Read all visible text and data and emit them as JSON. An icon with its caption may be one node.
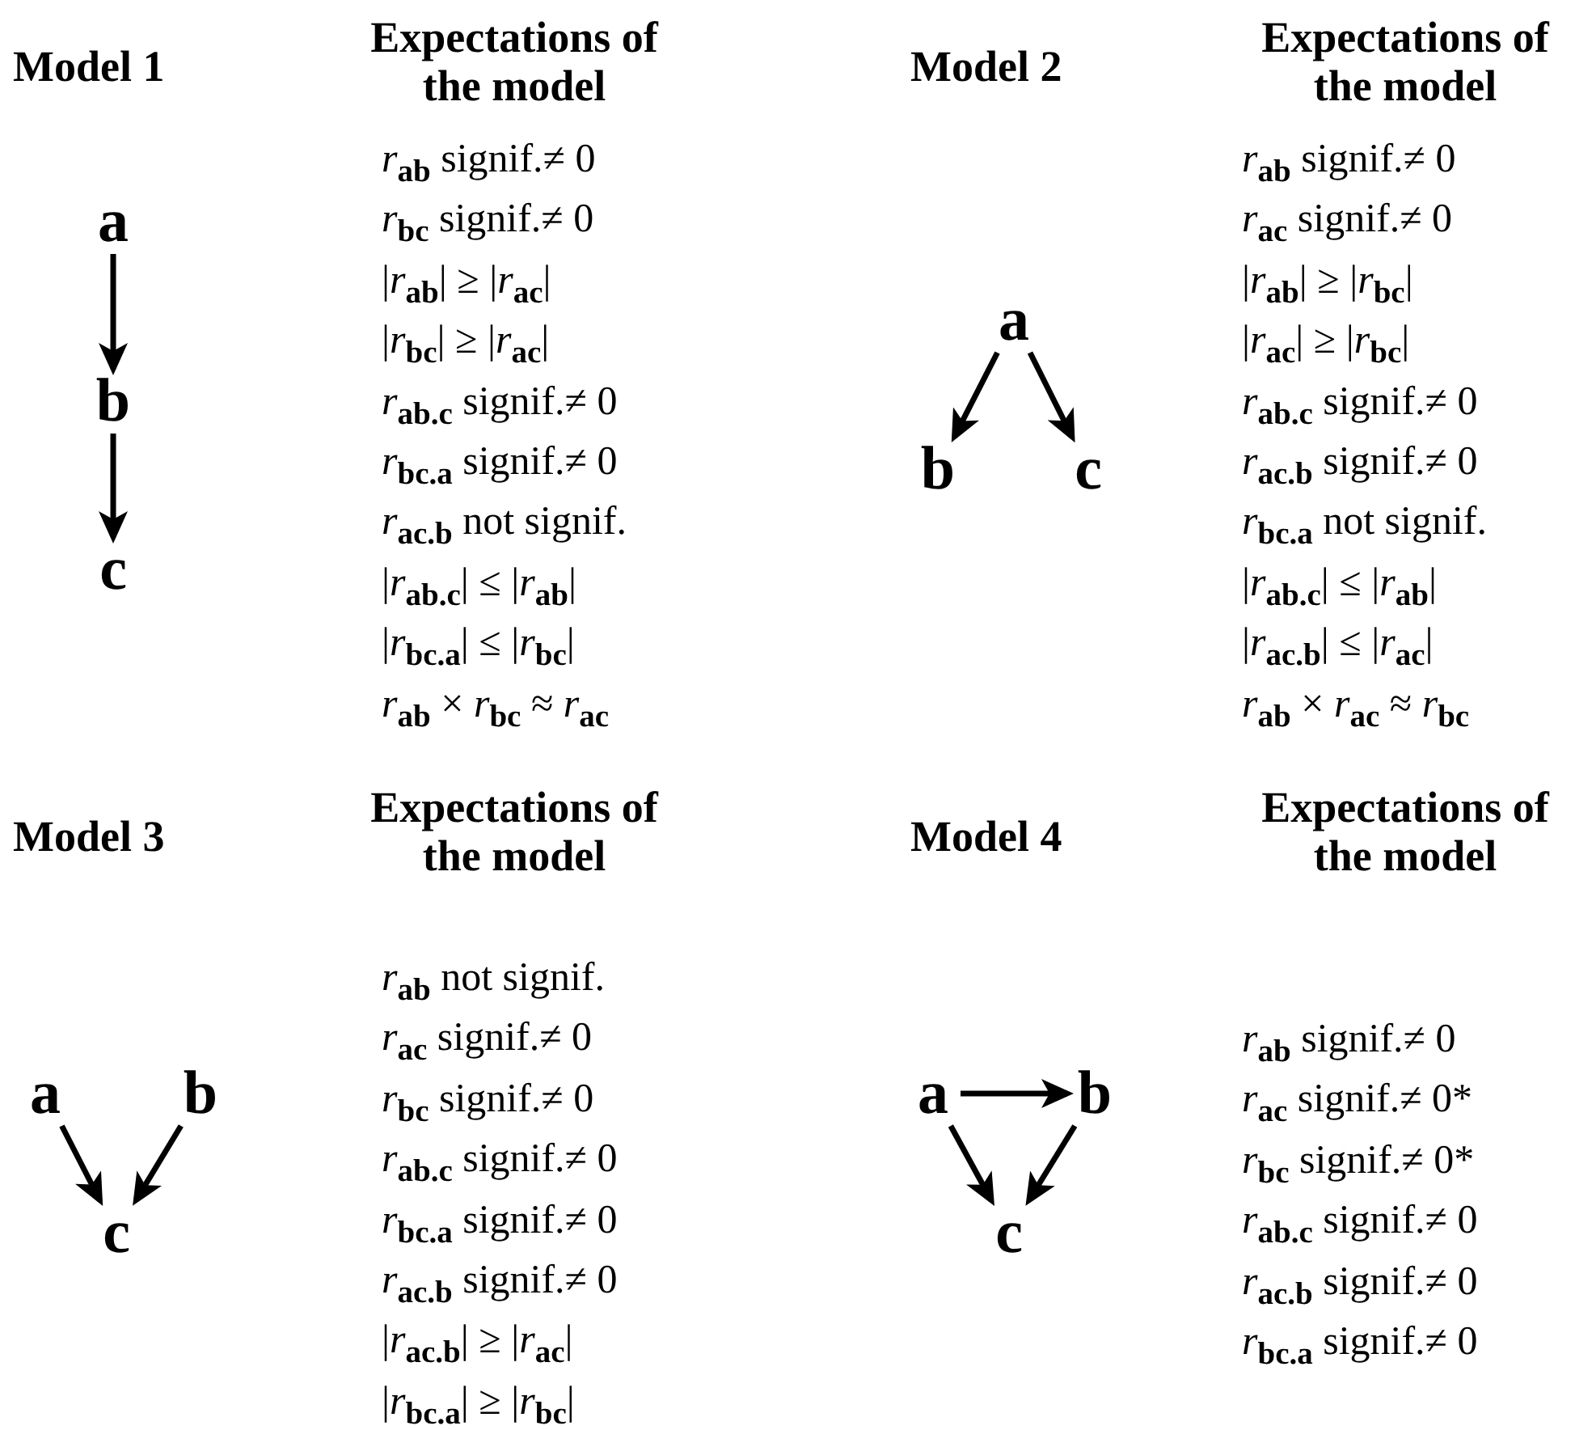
{
  "diagram": {
    "nodes": [
      {
        "text": [
          "a"
        ]
      },
      {
        "text": [
          "b"
        ]
      },
      {
        "text": [
          "c"
        ]
      },
      {
        "text": [
          "a"
        ]
      },
      {
        "text": [
          "b"
        ]
      },
      {
        "text": [
          "c"
        ]
      },
      {
        "text": [
          "a"
        ]
      },
      {
        "text": [
          "b"
        ]
      },
      {
        "text": [
          "c"
        ]
      },
      {
        "text": [
          "a"
        ]
      },
      {
        "text": [
          "b"
        ]
      },
      {
        "text": [
          "c"
        ]
      }
    ],
    "edges": [
      {
        "from": 0,
        "to": 1,
        "arrow": "to"
      },
      {
        "from": 1,
        "to": 2,
        "arrow": "to"
      },
      {
        "from": 3,
        "to": 4,
        "arrow": "to"
      },
      {
        "from": 3,
        "to": 5,
        "arrow": "to"
      },
      {
        "from": 6,
        "to": 8,
        "arrow": "to"
      },
      {
        "from": 7,
        "to": 8,
        "arrow": "to"
      },
      {
        "from": 9,
        "to": 10,
        "arrow": "to"
      },
      {
        "from": 9,
        "to": 11,
        "arrow": "to"
      },
      {
        "from": 10,
        "to": 11,
        "arrow": "to"
      }
    ],
    "labels": [
      "Model 1",
      "Expectations of the model",
      "*r*$_{ab}$ signif.≠ 0",
      "*r*$_{bc}$ signif.≠ 0",
      "|*r*$_{ab}$| ≥ |*r*$_{ac}$|",
      "|*r*$_{bc}$| ≥ |*r*$_{ac}$|",
      "*r*$_{ab.c}$ signif.≠ 0",
      "*r*$_{bc.a}$ signif.≠ 0",
      "*r*$_{ac.b}$ not signif.",
      "|*r*$_{ab.c}$| ≤ |*r*$_{ab}$|",
      "|*r*$_{bc.a}$| ≤ |*r*$_{bc}$|",
      "*r*$_{ab}$ × *r*$_{bc}$ ≈ *r*$_{ac}$",
      "Model 2",
      "Expectations of the model",
      "*r*$_{ab}$ signif.≠ 0",
      "*r*$_{ac}$ signif.≠ 0",
      "|*r*$_{ab}$| ≥ |*r*$_{bc}$|",
      "|*r*$_{ac}$| ≥ |*r*$_{bc}$|",
      "*r*$_{ab.c}$ signif.≠ 0",
      "*r*$_{ac.b}$ signif.≠ 0",
      "*r*$_{bc.a}$ not signif.",
      "|*r*$_{ab.c}$| ≤ |*r*$_{ab}$|",
      "|*r*$_{ac.b}$| ≤ |*r*$_{ac}$|",
      "*r*$_{ab}$ × *r*$_{ac}$ ≈ *r*$_{bc}$",
      "Model 3",
      "Expectations of the model",
      "*r*$_{ab}$ not signif.",
      "*r*$_{ac}$ signif.≠ 0",
      "*r*$_{bc}$ signif.≠ 0",
      "*r*$_{ab.c}$ signif.≠ 0",
      "*r*$_{bc.a}$ signif.≠ 0",
      "*r*$_{ac.b}$ signif.≠ 0",
      "|*r*$_{ac.b}$| ≥ |*r*$_{ac}$|",
      "|*r*$_{bc.a}$| ≥ |*r*$_{bc}$|",
      "Model 4",
      "Expectations of the model",
      "*r*$_{ab}$ signif.≠ 0",
      "*r*$_{ac}$ signif.≠ 0*",
      "*r*$_{bc}$ signif.≠ 0*",
      "*r*$_{ab.c}$ signif.≠ 0",
      "*r*$_{ac.b}$ signif.≠ 0",
      "*r*$_{bc.a}$ signif.≠ 0"
    ]
  }
}
